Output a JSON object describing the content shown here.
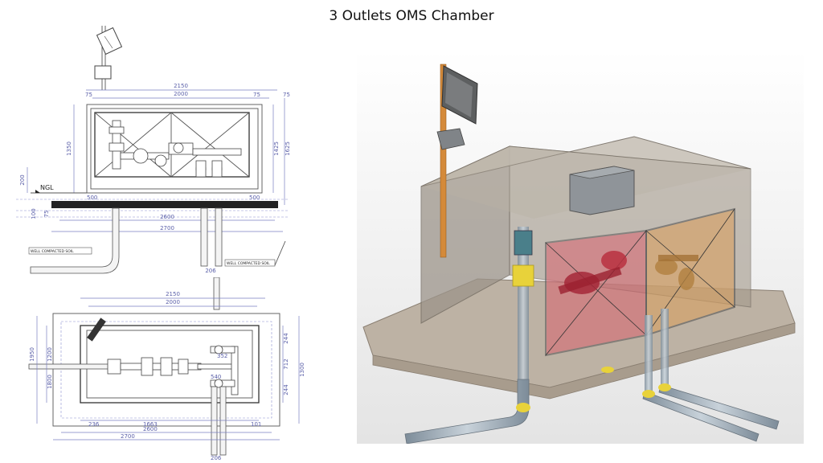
{
  "title": "3 Outlets OMS Chamber",
  "elevation": {
    "dims_top": [
      "2150",
      "2000",
      "75",
      "75",
      "75"
    ],
    "dims_side_left": [
      "1350",
      "200",
      "100",
      "75"
    ],
    "dims_side_right": [
      "1425",
      "1625"
    ],
    "dims_bottom": [
      "500",
      "500",
      "2600",
      "2700"
    ],
    "ngl_label": "NGL",
    "soil_left": "WELL COMPACTED SOIL",
    "soil_right": "WELL COMPACTED SOIL",
    "pipe_dim": "206"
  },
  "plan": {
    "dims_top": [
      "2150",
      "2000"
    ],
    "dims_left": [
      "1950",
      "1200",
      "1800"
    ],
    "dims_right": [
      "244",
      "712",
      "244",
      "1300"
    ],
    "dims_bottom": [
      "236",
      "1663",
      "101",
      "2600",
      "2700"
    ],
    "inner_dims": [
      "352",
      "540"
    ],
    "pipe_dim": "206"
  },
  "colors": {
    "dimension": "#5a5fa8",
    "concrete": "#b8aa98",
    "valve_red": "#d64a55",
    "valve_orange": "#d9a060",
    "pipe_yellow": "#e8d23a",
    "orange_pole": "#d48a3a",
    "background_3d": "#eaeaea"
  }
}
